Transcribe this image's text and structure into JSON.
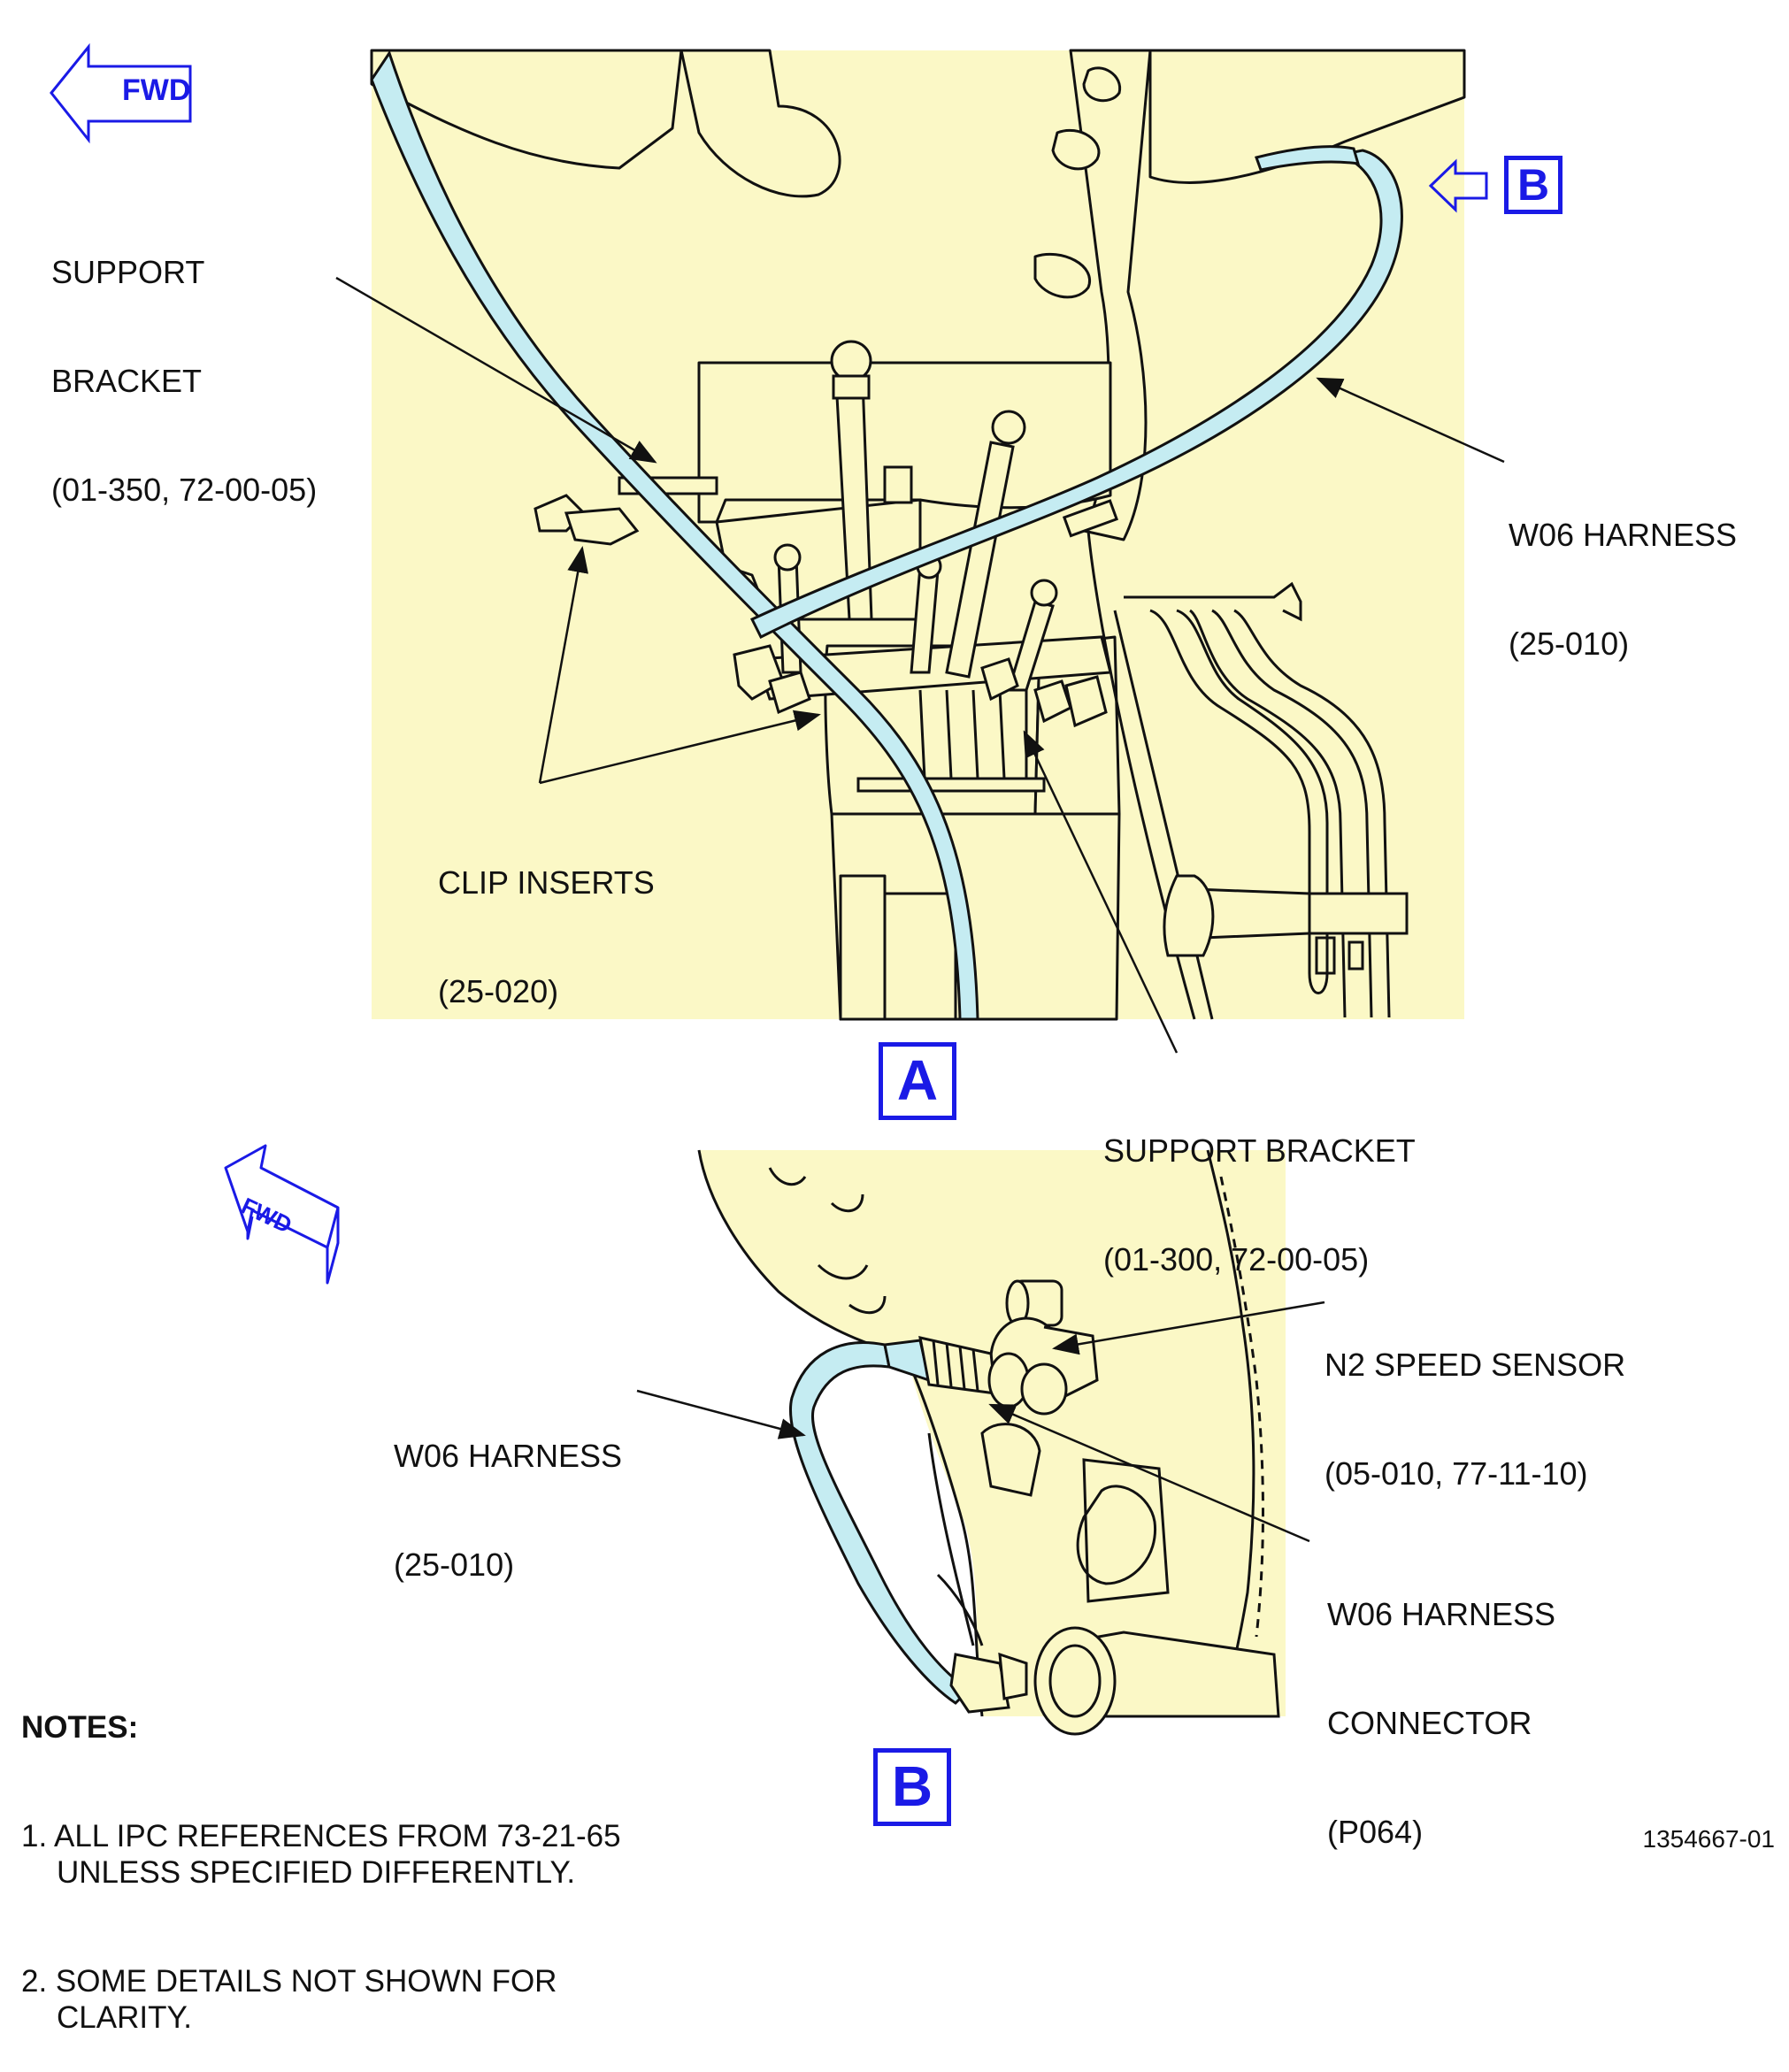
{
  "colors": {
    "structure_fill": "#fbf8c6",
    "harness_fill": "#c5ecf2",
    "line": "#111111",
    "callout_blue": "#1a1ae6"
  },
  "view_a": {
    "fwd_arrow_label": "FWD",
    "view_label": "A",
    "view_b_reference": "B",
    "callouts": {
      "support_bracket_1": [
        "SUPPORT",
        "BRACKET",
        "(01-350, 72-00-05)"
      ],
      "w06_harness": [
        "W06 HARNESS",
        "(25-010)"
      ],
      "clip_inserts": [
        "CLIP INSERTS",
        "(25-020)"
      ],
      "support_bracket_2": [
        "SUPPORT BRACKET",
        "(01-300, 72-00-05)"
      ]
    }
  },
  "view_b": {
    "fwd_arrow_label": "FWD",
    "view_label": "B",
    "callouts": {
      "n2_speed_sensor": [
        "N2 SPEED SENSOR",
        "(05-010, 77-11-10)"
      ],
      "w06_harness": [
        "W06 HARNESS",
        "(25-010)"
      ],
      "w06_harness_connector": [
        "W06 HARNESS",
        "CONNECTOR",
        "(P064)"
      ]
    }
  },
  "notes": {
    "title": "NOTES:",
    "items": [
      "1. ALL IPC REFERENCES FROM 73-21-65 UNLESS SPECIFIED DIFFERENTLY.",
      "2. SOME DETAILS NOT SHOWN FOR CLARITY."
    ]
  },
  "document_number": "1354667-01"
}
